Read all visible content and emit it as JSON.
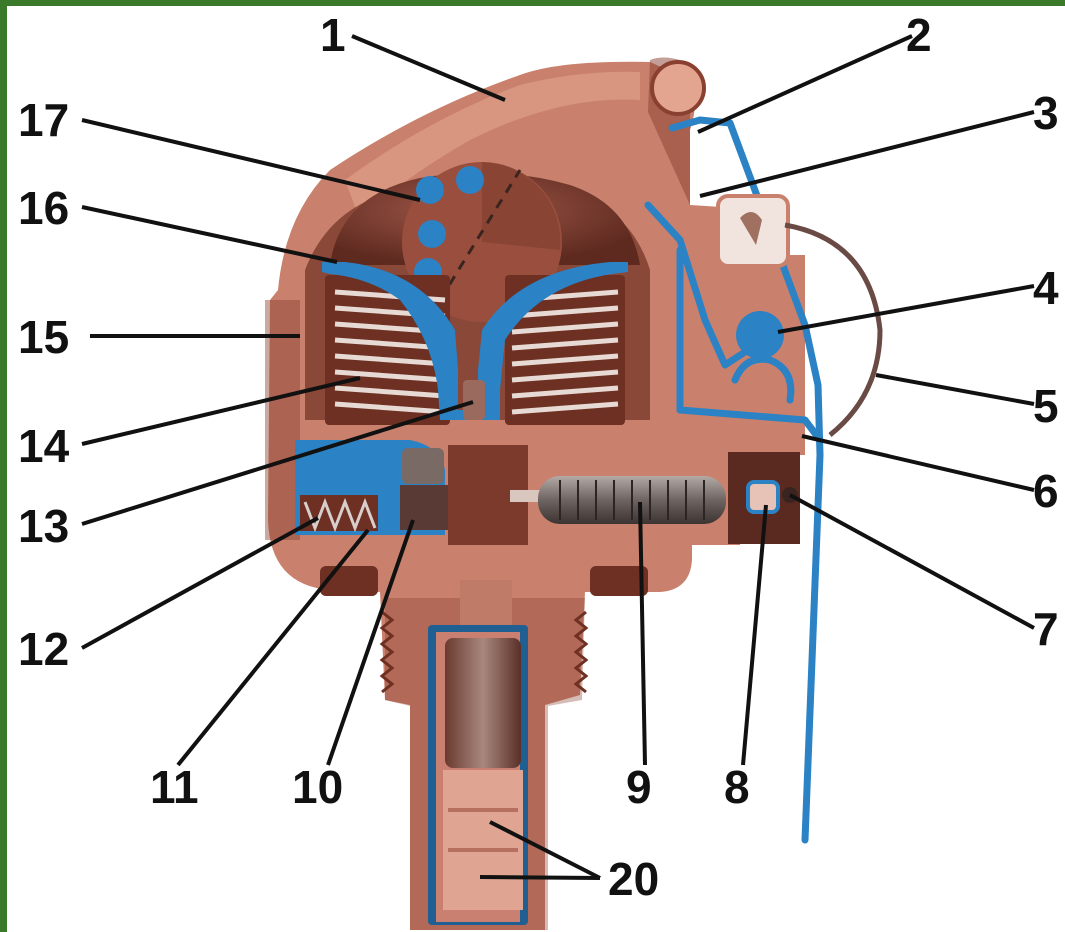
{
  "colors": {
    "frame": "#3a7a2a",
    "body": "#c9806c",
    "body_dark": "#8a4030",
    "body_shadow": "#6d3022",
    "body_light": "#e3a58f",
    "blue": "#2b82c4",
    "blue_dark": "#1f5f92",
    "gray_plate": "#8e8a88",
    "plate_line": "#e7d9d3",
    "dark_cavity": "#3a2420",
    "leader": "#111111",
    "label": "#111111"
  },
  "labels": {
    "l1": "1",
    "l2": "2",
    "l3": "3",
    "l4": "4",
    "l5": "5",
    "l6": "6",
    "l7": "7",
    "l8": "8",
    "l9": "9",
    "l10": "10",
    "l11": "11",
    "l12": "12",
    "l13": "13",
    "l14": "14",
    "l15": "15",
    "l16": "16",
    "l17": "17",
    "l20": "20"
  }
}
